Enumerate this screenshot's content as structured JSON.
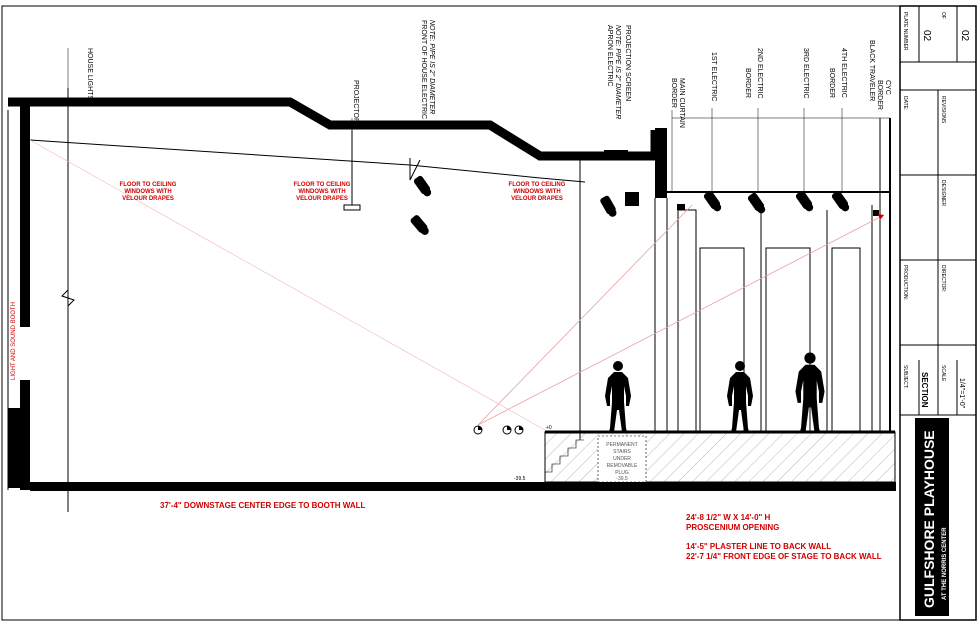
{
  "colors": {
    "ink": "#000000",
    "annotation": "#d00000",
    "hatch": "#9a9a9a",
    "sightline": "#e8a0a0"
  },
  "labels": {
    "house_lights": "HOUSE LIGHTS",
    "projector": "PROJECTOR",
    "foh_electric": "FRONT OF HOUSE ELECTRIC",
    "foh_note": "NOTE: PIPE IS 2\" DIAMETER",
    "apron_electric": "APRON ELECTRIC",
    "apron_note": "NOTE: PIPE IS 2\" DIAMETER",
    "projection_screen": "PROJECTION SCREEN",
    "border_main_curtain": [
      "BORDER",
      "MAIN CURTAIN"
    ],
    "first_electric": "1ST ELECTRIC",
    "border_2nd": [
      "BORDER",
      "2ND ELECTRIC"
    ],
    "third_electric": "3RD ELECTRIC",
    "border_4th": [
      "BORDER",
      "4TH ELECTRIC"
    ],
    "black_traveler": [
      "BLACK TRAVELER",
      "BORDER",
      "CYC"
    ],
    "light_sound_booth": "LIGHT AND SOUND BOOTH",
    "windows": [
      "FLOOR TO CEILING",
      "WINDOWS WITH",
      "VELOUR DRAPES"
    ],
    "permanent_stairs": [
      "PERMANENT",
      "STAIRS",
      "UNDER",
      "REMOVABLE",
      "PLUG"
    ],
    "elev_zero": "+0",
    "elev_minus": "-39.5",
    "elev_plug": "-39.5"
  },
  "dimensions": {
    "booth_distance": "37'-4\" DOWNSTAGE CENTER EDGE TO BOOTH WALL",
    "proscenium_size": "24'-8 1/2\" W X 14'-0\" H",
    "proscenium_opening": "PROSCENIUM OPENING",
    "plaster_line": "14'-5\" PLASTER LINE TO BACK WALL",
    "front_edge": "22'-7 1/4\" FRONT EDGE OF STAGE TO BACK WALL"
  },
  "title_block": {
    "plate_number_label": "PLATE NUMBER",
    "plate_number": "02",
    "of_label": "OF",
    "total": "02",
    "date_label": "DATE:",
    "revisions_label": "REVISIONS",
    "designer_label": "DESIGNER",
    "production_label": "PRODUCTION:",
    "director_label": "DIRECTOR:",
    "subject_label": "SUBJECT:",
    "subject": "SECTION",
    "scale_label": "SCALE",
    "scale": "1/4\"=1'-0\"",
    "venue": "GULFSHORE PLAYHOUSE",
    "venue_sub": "AT THE NORRIS CENTER"
  }
}
